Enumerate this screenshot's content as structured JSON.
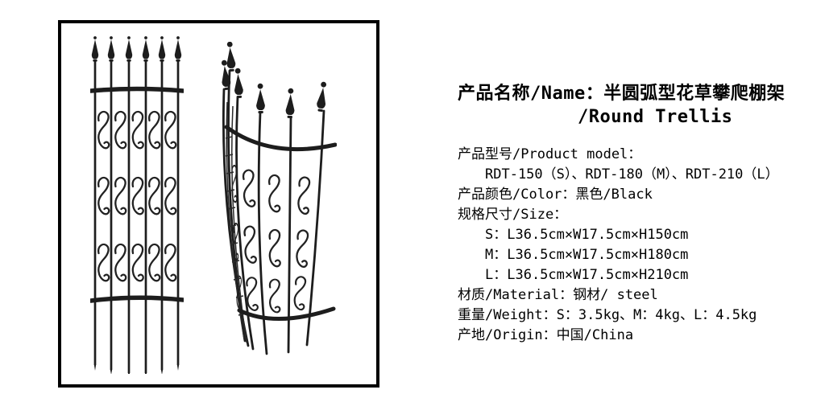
{
  "page": {
    "background_color": "#ffffff"
  },
  "product_image": {
    "frame_border_color": "#000000",
    "trellis_color": "#1d1d1d",
    "front_view_name": "trellis-front-view",
    "side_view_name": "trellis-side-view"
  },
  "product_info": {
    "title_line1": "产品名称/Name：半圆弧型花草攀爬棚架",
    "title_line2": "/Round Trellis",
    "spec_lines": [
      {
        "text": "产品型号/Product model："
      },
      {
        "text": "RDT-150（S）、RDT-180（M）、RDT-210（L）"
      },
      {
        "text": "产品颜色/Color：黑色/Black"
      },
      {
        "text": "规格尺寸/Size："
      },
      {
        "text": "S：L36.5cm×W17.5cm×H150cm"
      },
      {
        "text": "M：L36.5cm×W17.5cm×H180cm"
      },
      {
        "text": "L：L36.5cm×W17.5cm×H210cm"
      },
      {
        "text": "材质/Material：钢材/ steel"
      },
      {
        "text": "重量/Weight：S：3.5kg、M：4kg、L：4.5kg"
      },
      {
        "text": "产地/Origin：中国/China"
      }
    ]
  }
}
